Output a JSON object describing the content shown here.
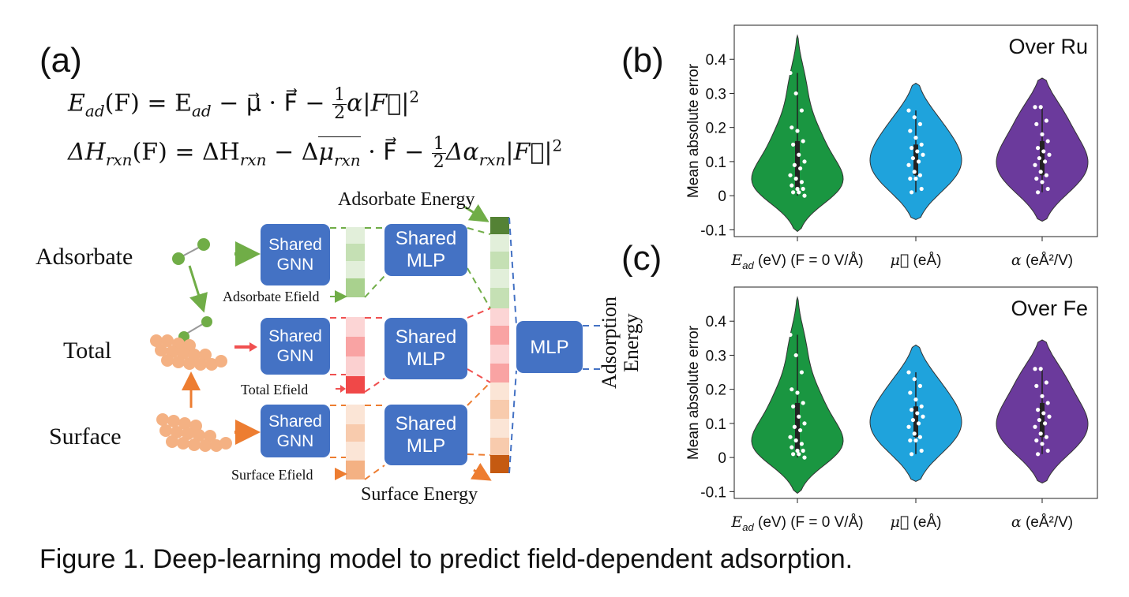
{
  "panel_a": {
    "label": "(a)",
    "eq1": {
      "lhs": "E",
      "lhs_sub": "ad",
      "lhs_arg": "(F) = E",
      "rhs_sub": "ad",
      "rest": " − μ⃗ · F⃗ − ",
      "frac_num": "1",
      "frac_den": "2",
      "tail": "α|F⃗|",
      "sup": "2"
    },
    "eq2": {
      "lhs": "ΔH",
      "lhs_sub": "rxn",
      "lhs_arg": "(F) = ΔH",
      "rhs_sub": "rxn",
      "mid": " − Δ",
      "mu": "μ",
      "mu_sub": "rxn",
      "rest": " · F⃗ − ",
      "frac_num": "1",
      "frac_den": "2",
      "tail": "Δα",
      "tail_sub": "rxn",
      "tail2": "|F⃗|",
      "sup": "2"
    },
    "rows": [
      {
        "label": "Adsorbate",
        "gnn": "Shared GNN",
        "mlp": "Shared MLP",
        "efield": "Adsorbate Efield"
      },
      {
        "label": "Total",
        "gnn": "Shared GNN",
        "mlp": "Shared MLP",
        "efield": "Total Efield"
      },
      {
        "label": "Surface",
        "gnn": "Shared GNN",
        "mlp": "Shared MLP",
        "efield": "Surface Efield"
      }
    ],
    "final_mlp": "MLP",
    "adsorbate_energy": "Adsorbate Energy",
    "surface_energy": "Surface Energy",
    "output_label": "Adsorption Energy",
    "colors": {
      "box": "#4472c4",
      "green": "#70ad47",
      "red": "#f05050",
      "orange": "#ed7d31",
      "blue_dash": "#4472c4"
    }
  },
  "panel_b_label": "(b)",
  "panel_c_label": "(c)",
  "chart_data": [
    {
      "type": "violin",
      "title": "Over Ru",
      "ylabel": "Mean absolute error",
      "ylim": [
        -0.12,
        0.5
      ],
      "yticks": [
        "-0.1",
        "0",
        "0.1",
        "0.2",
        "0.3",
        "0.4"
      ],
      "categories": [
        "E_ad (eV) (F = 0 V/Å)",
        "μ⃗ (eÅ)",
        "α (eÅ²/V)"
      ],
      "category_labels": [
        {
          "sym": "E",
          "sub": "ad",
          "text": " (eV) (F = 0 V/Å)"
        },
        {
          "sym": "μ⃗",
          "sub": "",
          "text": " (eÅ)"
        },
        {
          "sym": "α",
          "sub": "",
          "text": " (eÅ²/V)"
        }
      ],
      "colors": [
        "#1a9641",
        "#1fa3dc",
        "#6b3a9c"
      ],
      "series": [
        {
          "range": [
            -0.105,
            0.47
          ],
          "points": [
            0.36,
            0.3,
            0.25,
            0.2,
            0.19,
            0.16,
            0.15,
            0.12,
            0.1,
            0.09,
            0.08,
            0.06,
            0.05,
            0.04,
            0.03,
            0.02,
            0.02,
            0.01,
            0.01,
            0.0
          ]
        },
        {
          "range": [
            -0.07,
            0.33
          ],
          "points": [
            0.25,
            0.23,
            0.21,
            0.19,
            0.17,
            0.15,
            0.14,
            0.13,
            0.12,
            0.11,
            0.1,
            0.09,
            0.07,
            0.06,
            0.05,
            0.05,
            0.02,
            0.01
          ]
        },
        {
          "range": [
            -0.075,
            0.345
          ],
          "points": [
            0.26,
            0.26,
            0.22,
            0.21,
            0.18,
            0.16,
            0.14,
            0.13,
            0.12,
            0.11,
            0.1,
            0.09,
            0.07,
            0.06,
            0.05,
            0.04,
            0.02,
            0.01
          ]
        }
      ]
    },
    {
      "type": "violin",
      "title": "Over Fe",
      "ylabel": "Mean absolute error",
      "ylim": [
        -0.12,
        0.5
      ],
      "yticks": [
        "-0.1",
        "0",
        "0.1",
        "0.2",
        "0.3",
        "0.4"
      ],
      "categories": [
        "E_ad (eV) (F = 0 V/Å)",
        "μ⃗ (eÅ)",
        "α (eÅ²/V)"
      ],
      "category_labels": [
        {
          "sym": "E",
          "sub": "ad",
          "text": " (eV) (F = 0 V/Å)"
        },
        {
          "sym": "μ⃗",
          "sub": "",
          "text": " (eÅ)"
        },
        {
          "sym": "α",
          "sub": "",
          "text": " (eÅ²/V)"
        }
      ],
      "colors": [
        "#1a9641",
        "#1fa3dc",
        "#6b3a9c"
      ],
      "series": [
        {
          "range": [
            -0.105,
            0.47
          ],
          "points": [
            0.36,
            0.3,
            0.25,
            0.2,
            0.19,
            0.16,
            0.15,
            0.12,
            0.1,
            0.09,
            0.08,
            0.06,
            0.05,
            0.04,
            0.03,
            0.02,
            0.02,
            0.01,
            0.01,
            0.0
          ]
        },
        {
          "range": [
            -0.07,
            0.33
          ],
          "points": [
            0.25,
            0.23,
            0.21,
            0.19,
            0.17,
            0.15,
            0.14,
            0.13,
            0.12,
            0.11,
            0.1,
            0.09,
            0.07,
            0.06,
            0.05,
            0.05,
            0.02,
            0.01
          ]
        },
        {
          "range": [
            -0.075,
            0.345
          ],
          "points": [
            0.26,
            0.26,
            0.22,
            0.21,
            0.18,
            0.16,
            0.14,
            0.13,
            0.12,
            0.11,
            0.1,
            0.09,
            0.07,
            0.06,
            0.05,
            0.04,
            0.02,
            0.01
          ]
        }
      ]
    }
  ],
  "caption": "Figure 1. Deep-learning model to predict field-dependent adsorption."
}
